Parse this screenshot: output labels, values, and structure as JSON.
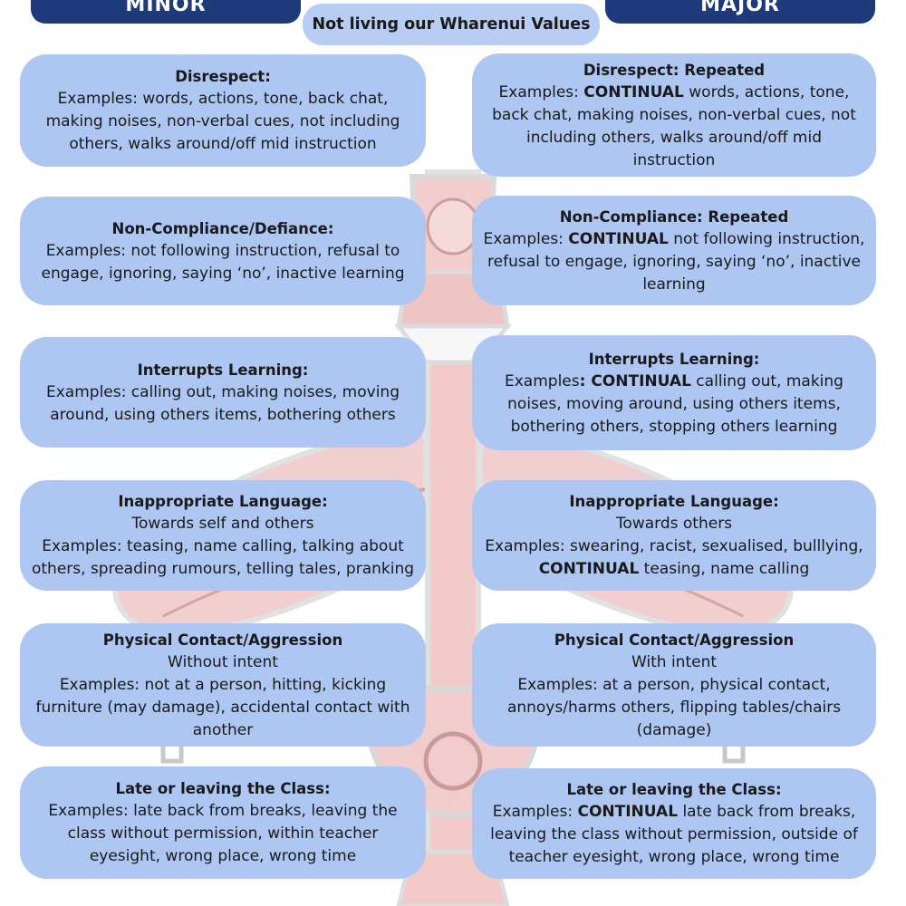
{
  "header": {
    "minor_label": "MINOR",
    "major_label": "MAJOR",
    "center_title": "Not living our Wharenui Values"
  },
  "minor": [
    {
      "title": "Disrespect:",
      "lines": [
        "Examples: words, actions, tone, back chat,",
        "making noises, non-verbal cues, not including",
        "others, walks around/off mid instruction"
      ]
    },
    {
      "title": "Non-Compliance/Defiance:",
      "lines": [
        "Examples: not following instruction, refusal to",
        "engage, ignoring, saying ‘no’, inactive learning"
      ]
    },
    {
      "title": "Interrupts Learning:",
      "lines": [
        "Examples: calling out, making noises, moving",
        "around, using others items, bothering others"
      ]
    },
    {
      "title": "Inappropriate Language:",
      "lines": [
        "Towards self and others",
        "Examples: teasing, name calling, talking about",
        "others, spreading rumours, telling tales, pranking"
      ]
    },
    {
      "title": "Physical Contact/Aggression",
      "lines": [
        "Without intent",
        "Examples: not at a person, hitting, kicking",
        "furniture (may damage), accidental contact with",
        "another"
      ]
    },
    {
      "title": "Late or leaving the Class:",
      "lines": [
        "Examples: late back from breaks, leaving the",
        "class without permission, within teacher",
        "eyesight, wrong place, wrong time"
      ]
    }
  ],
  "major": [
    {
      "title": "Disrespect: Repeated",
      "lines": [
        [
          "Examples: ",
          "CONTINUAL",
          " words, actions, tone,"
        ],
        [
          "back chat, making noises, non-verbal cues, not",
          "",
          ""
        ],
        [
          "including others, walks around/off mid",
          "",
          ""
        ],
        [
          "instruction",
          "",
          ""
        ]
      ]
    },
    {
      "title": "Non-Compliance: Repeated",
      "lines": [
        [
          "Examples: ",
          "CONTINUAL",
          " not following instruction,"
        ],
        [
          "refusal to engage, ignoring, saying ‘no’, inactive",
          "",
          ""
        ],
        [
          "learning",
          "",
          ""
        ]
      ]
    },
    {
      "title": "Interrupts Learning:",
      "lines": [
        [
          "Examples",
          ": CONTINUAL",
          " calling out, making"
        ],
        [
          "noises, moving around, using others items,",
          "",
          ""
        ],
        [
          "bothering others, stopping others learning",
          "",
          ""
        ]
      ]
    },
    {
      "title": "Inappropriate Language:",
      "lines": [
        [
          "Towards others",
          "",
          ""
        ],
        [
          "Examples: swearing, racist, sexualised, bulllying,",
          "",
          ""
        ],
        [
          "",
          "CONTINUAL",
          " teasing, name calling"
        ]
      ]
    },
    {
      "title": "Physical Contact/Aggression",
      "lines": [
        [
          "With intent",
          "",
          ""
        ],
        [
          "Examples: at a person, physical contact,",
          "",
          ""
        ],
        [
          "annoys/harms others, flipping tables/chairs",
          "",
          ""
        ],
        [
          "(damage)",
          "",
          ""
        ]
      ]
    },
    {
      "title": "Late or leaving the Class:",
      "lines": [
        [
          "Examples: ",
          "CONTINUAL",
          " late back from breaks,"
        ],
        [
          "leaving the class without permission, outside of",
          "",
          ""
        ],
        [
          "teacher eyesight, wrong place, wrong time",
          "",
          ""
        ]
      ]
    }
  ]
}
